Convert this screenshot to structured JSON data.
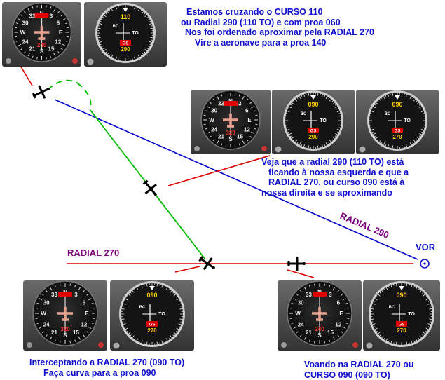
{
  "captions": {
    "top": [
      "Estamos cruzando o CURSO 110",
      "ou Radial 290 (110 TO)  e com proa 060",
      "Nos foi ordenado aproximar pela RADIAL 270",
      "Vire a aeronave para a proa 140"
    ],
    "right": [
      "Veja que a radial 290 (110 TO) está",
      "ficando à nossa esquerda e que a",
      "RADIAL 270, ou curso 090 está à",
      "nossa direita e se aproximando"
    ],
    "bottom_left": [
      "Interceptando a RADIAL 270 (090 TO)",
      "Faça curva para a proa 090"
    ],
    "bottom_right": [
      "Voando na RADIAL 270 ou",
      "CURSO 090  (090 TO)"
    ]
  },
  "labels": {
    "radial_290": "RADIAL 290",
    "radial_270": "RADIAL 270",
    "vor": "VOR"
  },
  "instruments": {
    "obs_top": "110",
    "obs_mid": "090",
    "obs_right": "090",
    "gs": "GS",
    "gs_top": "290",
    "gs_mid": "290",
    "gs_right": "270",
    "gs_bl": "270",
    "gs_br": "270",
    "to_flag": "TO",
    "bc": "BC",
    "hsi_top": "240",
    "hsi_mid": "320",
    "hsi_bl": "320",
    "hsi_br": "240"
  },
  "colors": {
    "text": "#1010d0",
    "radial_label": "#800080",
    "radial_290_line": "#0000cc",
    "radial_270_line": "#e00000",
    "track": "#00bb00",
    "vor": "#1010d0"
  }
}
